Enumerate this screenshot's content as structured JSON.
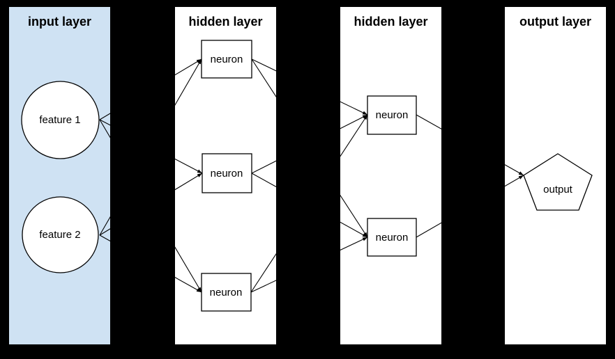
{
  "canvas": {
    "background": "#000000"
  },
  "diagram": {
    "type": "neural-network-diagram",
    "colors": {
      "background": "#000000",
      "input_panel": "#cfe2f3",
      "panel": "#ffffff",
      "node_fill": "#ffffff",
      "line": "#000000",
      "text": "#000000"
    },
    "layers": [
      {
        "id": "input",
        "title": "input layer",
        "nodes": [
          {
            "id": "feature1",
            "label": "feature 1",
            "shape": "circle"
          },
          {
            "id": "feature2",
            "label": "feature 2",
            "shape": "circle"
          }
        ]
      },
      {
        "id": "hidden1",
        "title": "hidden layer",
        "nodes": [
          {
            "id": "h1-neuron1",
            "label": "neuron",
            "shape": "rectangle"
          },
          {
            "id": "h1-neuron2",
            "label": "neuron",
            "shape": "rectangle"
          },
          {
            "id": "h1-neuron3",
            "label": "neuron",
            "shape": "rectangle"
          }
        ]
      },
      {
        "id": "hidden2",
        "title": "hidden layer",
        "nodes": [
          {
            "id": "h2-neuron1",
            "label": "neuron",
            "shape": "rectangle"
          },
          {
            "id": "h2-neuron2",
            "label": "neuron",
            "shape": "rectangle"
          }
        ]
      },
      {
        "id": "output",
        "title": "output layer",
        "nodes": [
          {
            "id": "output",
            "label": "output",
            "shape": "pentagon"
          }
        ]
      }
    ],
    "edges": [
      {
        "from": "feature1",
        "to": "h1-neuron1"
      },
      {
        "from": "feature1",
        "to": "h1-neuron2"
      },
      {
        "from": "feature1",
        "to": "h1-neuron3"
      },
      {
        "from": "feature2",
        "to": "h1-neuron1"
      },
      {
        "from": "feature2",
        "to": "h1-neuron2"
      },
      {
        "from": "feature2",
        "to": "h1-neuron3"
      },
      {
        "from": "h1-neuron1",
        "to": "h2-neuron1"
      },
      {
        "from": "h1-neuron1",
        "to": "h2-neuron2"
      },
      {
        "from": "h1-neuron2",
        "to": "h2-neuron1"
      },
      {
        "from": "h1-neuron2",
        "to": "h2-neuron2"
      },
      {
        "from": "h1-neuron3",
        "to": "h2-neuron1"
      },
      {
        "from": "h1-neuron3",
        "to": "h2-neuron2"
      },
      {
        "from": "h2-neuron1",
        "to": "output"
      },
      {
        "from": "h2-neuron2",
        "to": "output"
      }
    ]
  }
}
